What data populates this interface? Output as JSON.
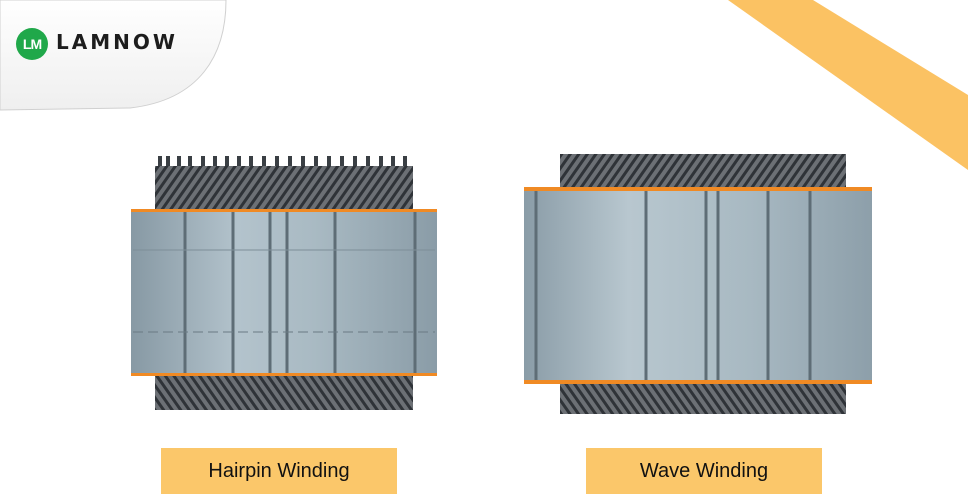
{
  "brand": {
    "badge_text": "LM",
    "name": "LAMNOW",
    "color": "#20a84a"
  },
  "figures": [
    {
      "caption": "Hairpin Winding"
    },
    {
      "caption": "Wave Winding"
    }
  ],
  "colors": {
    "caption_bg": "#fbc76a",
    "accent_band": "#f08a24",
    "stator_body": "#9eb0ba",
    "winding_dark": "#3a3f44"
  }
}
